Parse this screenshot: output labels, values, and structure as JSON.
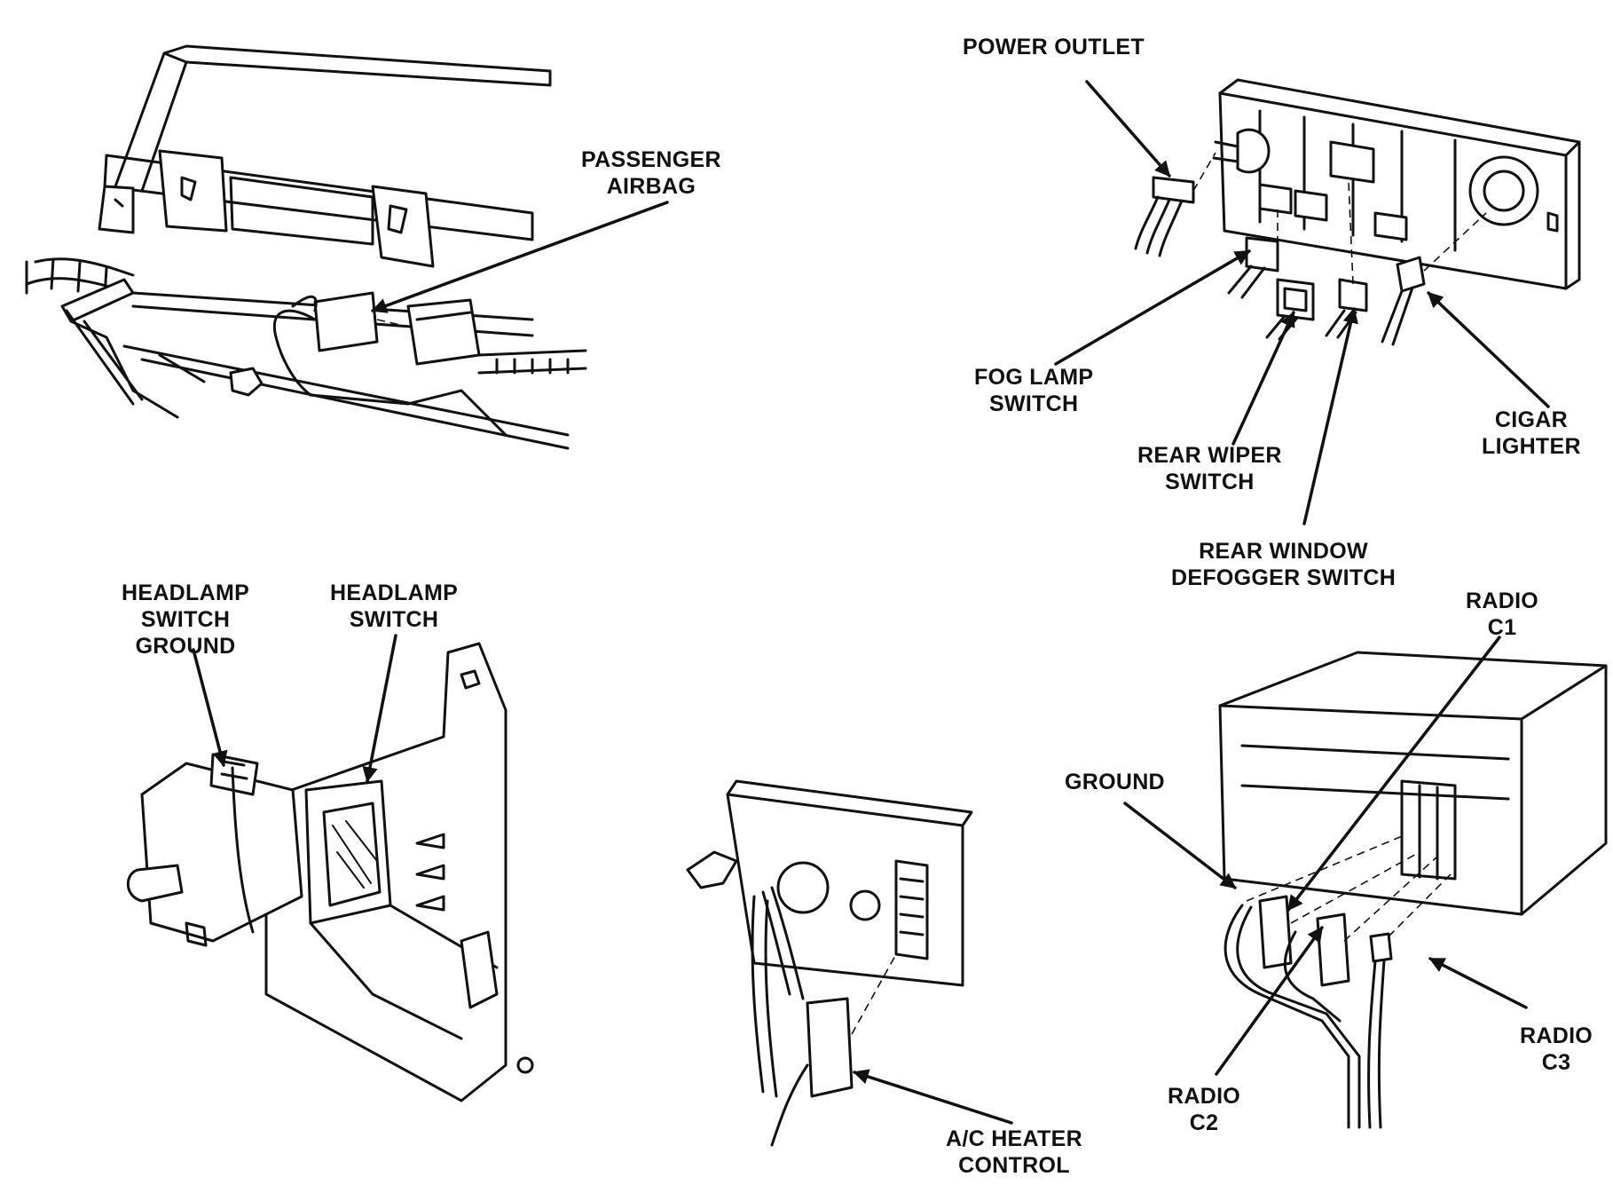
{
  "labels": {
    "passenger_airbag": [
      "PASSENGER",
      "AIRBAG"
    ],
    "power_outlet": [
      "POWER OUTLET"
    ],
    "fog_lamp_switch": [
      "FOG LAMP",
      "SWITCH"
    ],
    "rear_wiper_switch": [
      "REAR WIPER",
      "SWITCH"
    ],
    "cigar_lighter": [
      "CIGAR",
      "LIGHTER"
    ],
    "rear_window_defogger_switch": [
      "REAR WINDOW",
      "DEFOGGER SWITCH"
    ],
    "headlamp_switch_ground": [
      "HEADLAMP",
      "SWITCH",
      "GROUND"
    ],
    "headlamp_switch": [
      "HEADLAMP",
      "SWITCH"
    ],
    "radio_c1": [
      "RADIO",
      "C1"
    ],
    "ground": [
      "GROUND"
    ],
    "radio_c2": [
      "RADIO",
      "C2"
    ],
    "radio_c3": [
      "RADIO",
      "C3"
    ],
    "ac_heater_control": [
      "A/C HEATER",
      "CONTROL"
    ]
  },
  "colors": {
    "ink": "#111111",
    "paper": "#ffffff"
  }
}
